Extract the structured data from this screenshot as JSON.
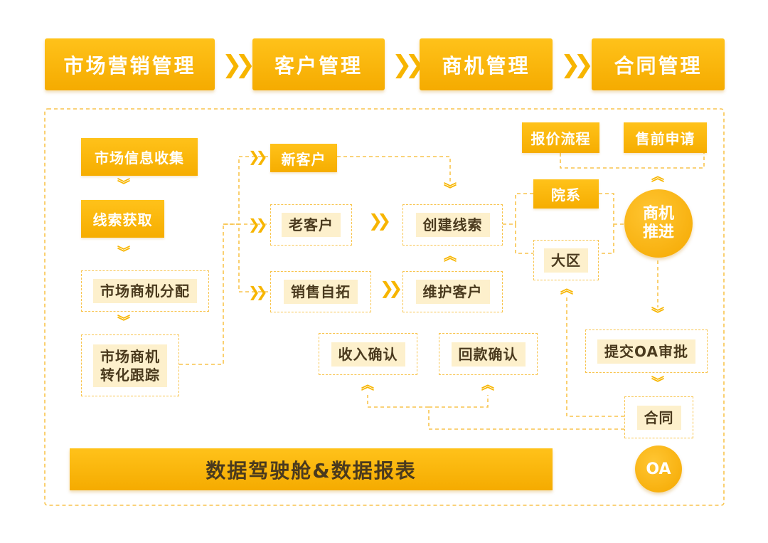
{
  "stages": [
    "市场营销管理",
    "客户管理",
    "商机管理",
    "合同管理"
  ],
  "marketing": {
    "info_collect": "市场信息收集",
    "lead_acquire": "线索获取",
    "opportunity_assign": "市场商机分配",
    "conversion_track": "市场商机\n转化跟踪"
  },
  "customer": {
    "new_customer": "新客户",
    "old_customer": "老客户",
    "self_develop": "销售自拓",
    "create_lead": "创建线索",
    "maintain_customer": "维护客户"
  },
  "opportunity": {
    "quote_process": "报价流程",
    "presales_request": "售前申请",
    "college": "院系",
    "region": "大区",
    "advance": "商机\n推进"
  },
  "contract": {
    "submit_oa": "提交OA审批",
    "contract": "合同",
    "income_confirm": "收入确认",
    "payment_confirm": "回款确认",
    "oa_badge": "OA"
  },
  "dashboard_banner": "数据驾驶舱&数据报表",
  "colors": {
    "accent": "#f7b500",
    "dashed": "#f8c44d",
    "inner_fill": "#fdf0cc",
    "dark_text": "#4a3a1e"
  }
}
